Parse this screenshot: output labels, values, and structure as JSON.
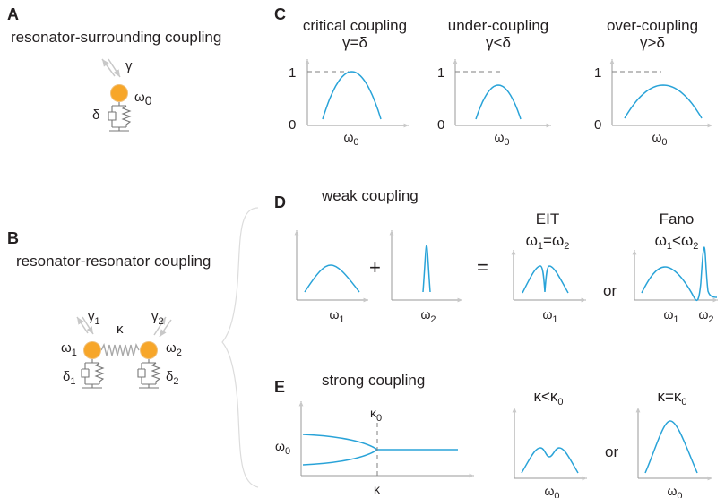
{
  "panels": {
    "A": {
      "letter": "A",
      "title": "resonator-surrounding coupling",
      "gamma": "γ",
      "delta": "δ",
      "omega": "ω",
      "omega_sub": "0"
    },
    "B": {
      "letter": "B",
      "title": "resonator-resonator coupling",
      "gamma1": "γ",
      "gamma1_sub": "1",
      "gamma2": "γ",
      "gamma2_sub": "2",
      "kappa": "κ",
      "omega1": "ω",
      "omega1_sub": "1",
      "omega2": "ω",
      "omega2_sub": "2",
      "delta1": "δ",
      "delta1_sub": "1",
      "delta2": "δ",
      "delta2_sub": "2"
    },
    "C": {
      "letter": "C",
      "plots": [
        {
          "title": "critical coupling",
          "condition": "γ=δ",
          "xlabel": "ω",
          "xlabel_sub": "0",
          "y_top": "1",
          "y_bottom": "0",
          "peak": 1.0
        },
        {
          "title": "under-coupling",
          "condition": "γ<δ",
          "xlabel": "ω",
          "xlabel_sub": "0",
          "y_top": "1",
          "y_bottom": "0",
          "peak": 0.75
        },
        {
          "title": "over-coupling",
          "condition": "γ>δ",
          "xlabel": "ω",
          "xlabel_sub": "0",
          "y_top": "1",
          "y_bottom": "0",
          "peak": 0.75
        }
      ]
    },
    "D": {
      "letter": "D",
      "title": "weak coupling",
      "plus": "+",
      "equals": "=",
      "or": "or",
      "plot1": {
        "xlabel": "ω",
        "xlabel_sub": "1"
      },
      "plot2": {
        "xlabel": "ω",
        "xlabel_sub": "2"
      },
      "eit": {
        "title": "EIT",
        "cond_a": "ω",
        "cond_a_sub": "1",
        "cond_op": "=",
        "cond_b": "ω",
        "cond_b_sub": "2",
        "xlabel": "ω",
        "xlabel_sub": "1"
      },
      "fano": {
        "title": "Fano",
        "cond_a": "ω",
        "cond_a_sub": "1",
        "cond_op": "<",
        "cond_b": "ω",
        "cond_b_sub": "2",
        "xlabel1": "ω",
        "xlabel1_sub": "1",
        "xlabel2": "ω",
        "xlabel2_sub": "2"
      }
    },
    "E": {
      "letter": "E",
      "title": "strong coupling",
      "or": "or",
      "splitting": {
        "ylabel": "ω",
        "ylabel_sub": "0",
        "xlabel": "κ",
        "marker": "κ",
        "marker_sub": "0"
      },
      "plot_a": {
        "cond_a": "κ",
        "cond_op": "<",
        "cond_b": "κ",
        "cond_b_sub": "0",
        "xlabel": "ω",
        "xlabel_sub": "0"
      },
      "plot_b": {
        "cond_a": "κ",
        "cond_op": "=",
        "cond_b": "κ",
        "cond_b_sub": "0",
        "xlabel": "ω",
        "xlabel_sub": "0"
      }
    }
  }
}
